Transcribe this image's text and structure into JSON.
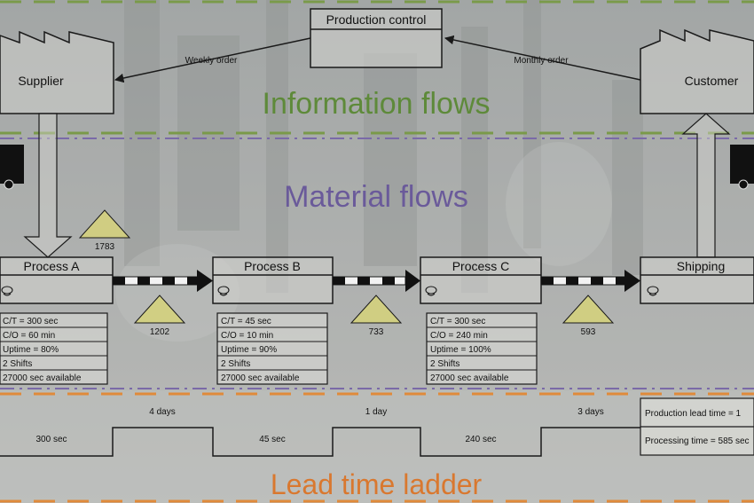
{
  "colors": {
    "info_header": "#5e8a3a",
    "material_header": "#6a5a9a",
    "lead_header": "#d9782f",
    "line": "#1a1a1a",
    "box_fill": "#d4d4d0",
    "triangle_fill": "#d6d27a",
    "dash_green": "#7a9a4a",
    "dash_purple": "#7a6aa8",
    "dash_orange": "#e08a3a"
  },
  "sections": {
    "information": "Information flows",
    "material": "Material flows",
    "lead_time": "Lead time ladder"
  },
  "entities": {
    "production_control": "Production control",
    "supplier": "Supplier",
    "customer": "Customer",
    "weekly_order": "Weekly order",
    "monthly_order": "Monthly order"
  },
  "processes": [
    {
      "name": "Process A",
      "ct": "C/T = 300 sec",
      "co": "C/O = 60 min",
      "uptime": "Uptime = 80%",
      "shifts": "2 Shifts",
      "available": "27000 sec available"
    },
    {
      "name": "Process B",
      "ct": "C/T = 45 sec",
      "co": "C/O = 10 min",
      "uptime": "Uptime = 90%",
      "shifts": "2 Shifts",
      "available": "27000 sec available"
    },
    {
      "name": "Process C",
      "ct": "C/T = 300 sec",
      "co": "C/O = 240 min",
      "uptime": "Uptime = 100%",
      "shifts": "2 Shifts",
      "available": "27000 sec available"
    },
    {
      "name": "Shipping"
    }
  ],
  "inventory": [
    "1783",
    "1202",
    "733",
    "593"
  ],
  "ladder": {
    "waits": [
      "4 days",
      "1 day",
      "3 days"
    ],
    "times": [
      "300 sec",
      "45 sec",
      "240 sec"
    ],
    "production_lead_time": "Production lead time = 1",
    "processing_time": "Processing time = 585 sec"
  }
}
